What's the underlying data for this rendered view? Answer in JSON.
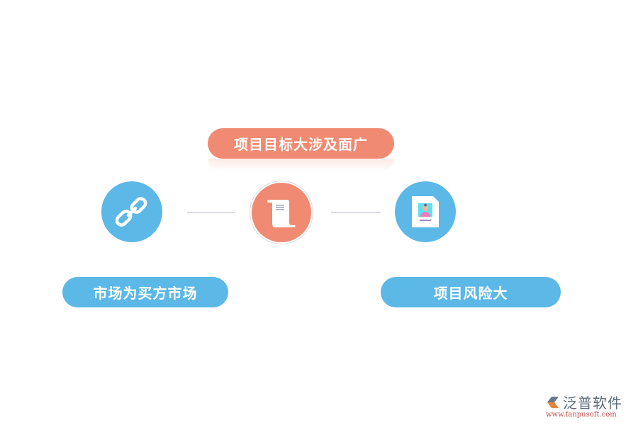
{
  "diagram": {
    "top_label": "项目目标大涉及面广",
    "left_label": "市场为买方市场",
    "right_label": "项目风险大",
    "nodes": [
      {
        "icon": "chain-link-icon",
        "color": "#5cb8e6"
      },
      {
        "icon": "scroll-document-icon",
        "color": "#f08a72"
      },
      {
        "icon": "profile-document-icon",
        "color": "#5cb8e6"
      }
    ],
    "colors": {
      "accent_orange": "#f08a72",
      "accent_blue": "#5cb8e6",
      "connector": "#b8b8c8"
    }
  },
  "logo": {
    "name": "泛普软件",
    "url": "www.fanpusoft.com"
  }
}
